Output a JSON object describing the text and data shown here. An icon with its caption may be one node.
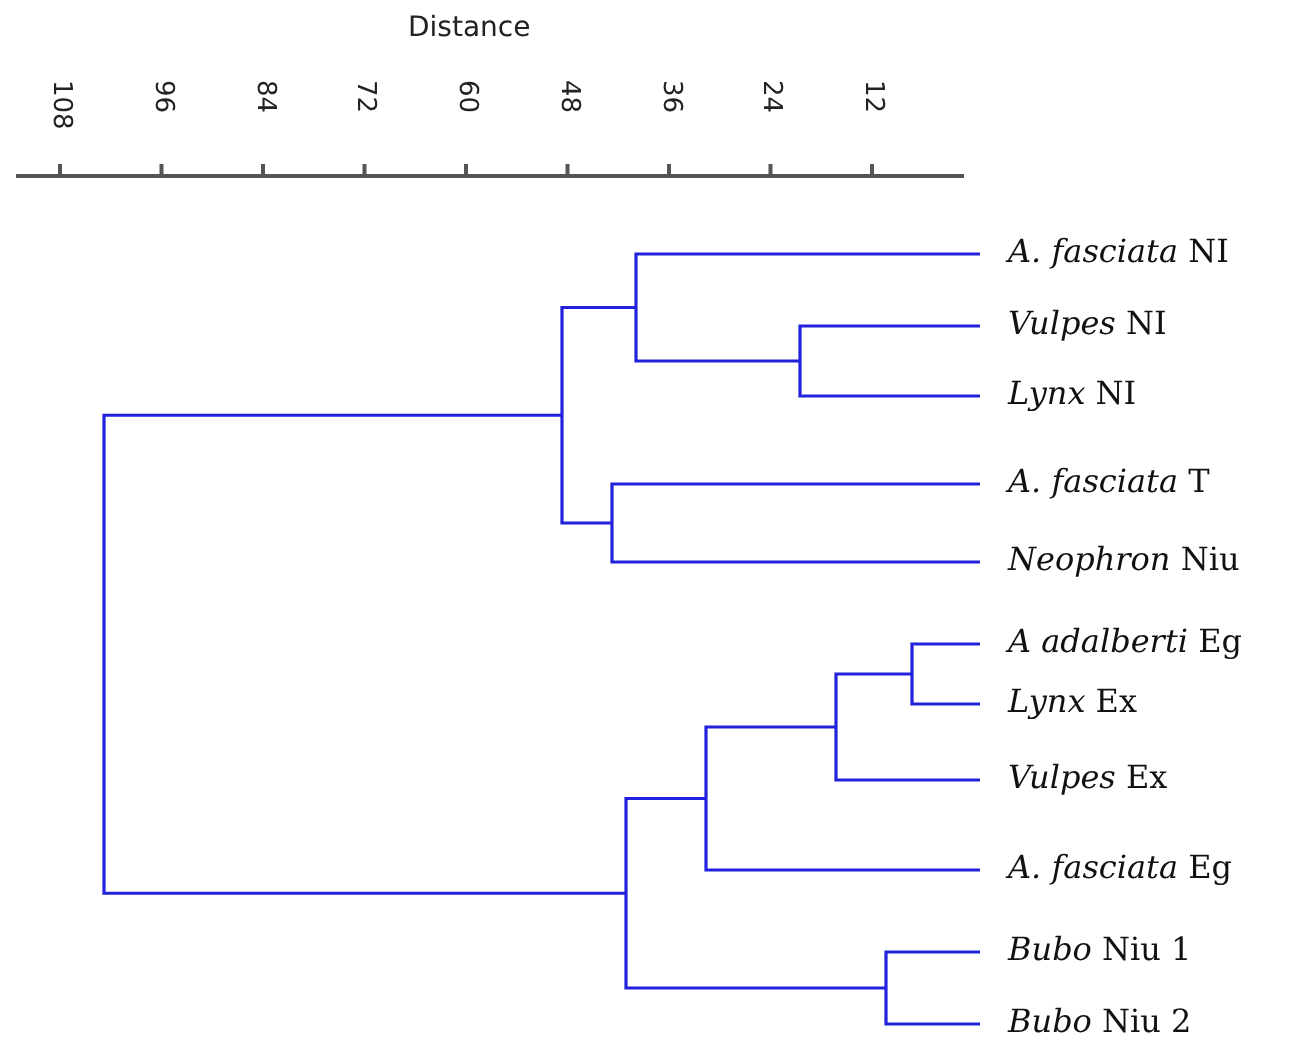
{
  "diagram": {
    "labels": [
      "Distance",
      "108",
      "96",
      "84",
      "72",
      "60",
      "48",
      "36",
      "24",
      "12",
      "*A. fasciata* NI",
      "*Vulpes* NI",
      "*Lynx* NI",
      "*A. fasciata* T",
      "*Neophron* Niu",
      "*A adalberti* Eg",
      "*Lynx* Ex",
      "*Vulpes* Ex",
      "*A. fasciata* Eg",
      "*Bubo* Niu 1",
      "*Bubo* Niu 2"
    ]
  }
}
